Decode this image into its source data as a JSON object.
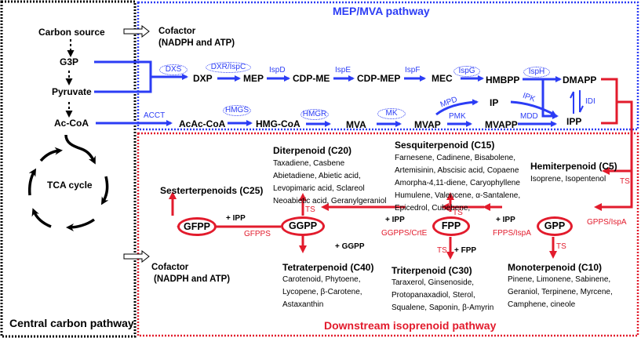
{
  "colors": {
    "blue": "#2b3cf5",
    "red": "#e21b2c",
    "black": "#000000"
  },
  "sections": {
    "central": "Central carbon pathway",
    "mep_mva": "MEP/MVA pathway",
    "downstream": "Downstream isoprenoid pathway"
  },
  "central": {
    "carbon_source": "Carbon source",
    "g3p": "G3P",
    "pyruvate": "Pyruvate",
    "accoa": "Ac-CoA",
    "tca": "TCA cycle"
  },
  "cofactor": {
    "top_line1": "Cofactor",
    "top_line2": "(NADPH and ATP)",
    "bottom_line1": "Cofactor",
    "bottom_line2": "(NADPH and ATP)"
  },
  "mep": {
    "nodes": [
      "DXP",
      "MEP",
      "CDP-ME",
      "CDP-MEP",
      "MEC",
      "HMBPP",
      "DMAPP"
    ],
    "enzymes": [
      "DXS",
      "DXR/IspC",
      "IspD",
      "IspE",
      "IspF",
      "IspG",
      "IspH"
    ]
  },
  "mva": {
    "nodes": [
      "AcAc-CoA",
      "HMG-CoA",
      "MVA",
      "MVAP",
      "MVAPP",
      "IP",
      "IPP"
    ],
    "enzymes": [
      "ACCT",
      "HMGS",
      "HMGR",
      "MK",
      "PMK",
      "MPD",
      "IPK",
      "MDD",
      "IDI"
    ]
  },
  "downstream": {
    "pills": [
      "GFPP",
      "GGPP",
      "FPP",
      "GPP"
    ],
    "enzymes": {
      "gfpps": "GFPPS",
      "ggpps": "GGPPS/CrtE",
      "fpps": "FPPS/IspA",
      "gpps": "GPPS/IspA",
      "ts": "TS"
    },
    "plus": {
      "ipp1": "+  IPP",
      "ipp2": "+  IPP",
      "ipp3": "+  IPP",
      "ggpp": "+ GGPP",
      "fpp": "+  FPP"
    },
    "classes": {
      "sesterterpenoids": {
        "title": "Sesterterpenoids (C25)"
      },
      "diterpenoid": {
        "title": "Diterpenoid (C20)",
        "lines": [
          "Taxadiene, Casbene",
          "Abietadiene, Abietic acid,",
          "Levopimaric acid, Sclareol",
          "Neoabietic acid, Geranylgeraniol"
        ]
      },
      "sesquiterpenoid": {
        "title": "Sesquiterpenoid (C15)",
        "lines": [
          "Farnesene, Cadinene, Bisabolene,",
          "Artemisinin, Abscisic acid, Copaene",
          "Amorpha-4,11-diene, Caryophyllene",
          "Humulene, Valencene, α-Santalene,",
          "Epicedrol, Cubebene,"
        ]
      },
      "hemiterpenoid": {
        "title": "Hemiterpenoid (C5)",
        "lines": [
          "Isoprene, Isopentenol"
        ]
      },
      "tetraterpenoid": {
        "title": "Tetraterpenoid (C40)",
        "lines": [
          "Carotenoid, Phytoene,",
          "Lycopene, β-Carotene,",
          "Astaxanthin"
        ]
      },
      "triterpenoid": {
        "title": "Triterpenoid (C30)",
        "lines": [
          "Taraxerol, Ginsenoside,",
          "Protopanaxadiol, Sterol,",
          "Squalene, Saponin, β-Amyrin"
        ]
      },
      "monoterpenoid": {
        "title": "Monoterpenoid (C10)",
        "lines": [
          "Pinene, Limonene, Sabinene,",
          "Geraniol, Terpinene, Myrcene,",
          "Camphene, cineole"
        ]
      }
    }
  }
}
